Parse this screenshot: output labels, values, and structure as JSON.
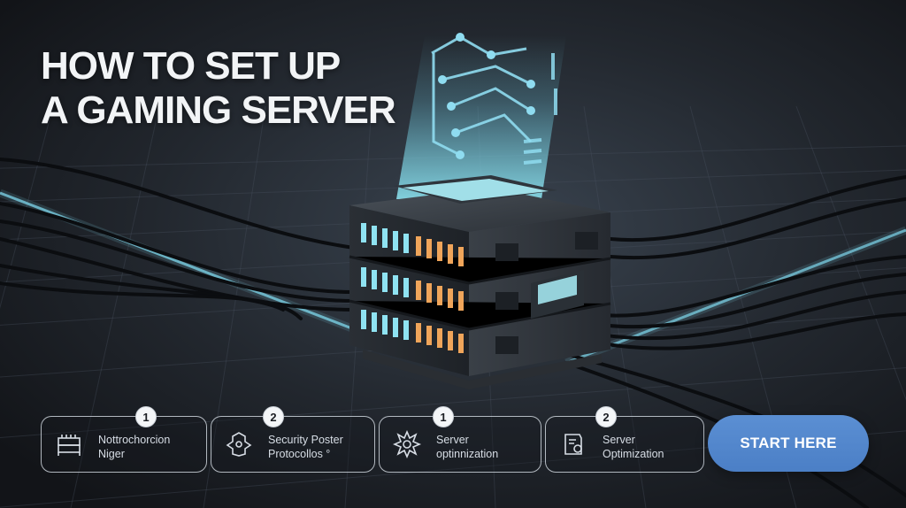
{
  "hero": {
    "title_line_1": "HOW TO SET UP",
    "title_line_2": "A GAMING SERVER"
  },
  "steps": [
    {
      "number": "1",
      "line1": "Nottrochorcion",
      "line2": "Niger",
      "icon": "server-rack-icon"
    },
    {
      "number": "2",
      "line1": "Security Poster",
      "line2": "Protocollos °",
      "icon": "network-nodes-icon"
    },
    {
      "number": "1",
      "line1": "Server",
      "line2": "optinnization",
      "icon": "gear-burst-icon"
    },
    {
      "number": "2",
      "line1": "Server",
      "line2": "Optimization",
      "icon": "shield-lock-icon"
    }
  ],
  "cta": {
    "label": "START HERE"
  },
  "colors": {
    "background": "#15181d",
    "accent_blue": "#5b8fd3",
    "glow_cyan": "#7fe3f2",
    "led_orange": "#f0a55a"
  }
}
